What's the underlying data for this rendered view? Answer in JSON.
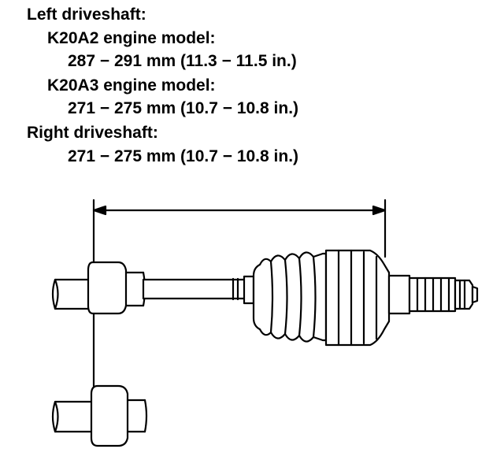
{
  "specs": {
    "left_heading": "Left driveshaft:",
    "k20a2_label": "K20A2 engine model:",
    "k20a2_value": "287 − 291 mm (11.3 − 11.5 in.)",
    "k20a3_label": "K20A3 engine model:",
    "k20a3_value": "271 − 275 mm (10.7 − 10.8 in.)",
    "right_heading": "Right driveshaft:",
    "right_value": "271 − 275 mm (10.7 − 10.8 in.)"
  },
  "colors": {
    "ink": "#000000",
    "background": "#ffffff"
  }
}
